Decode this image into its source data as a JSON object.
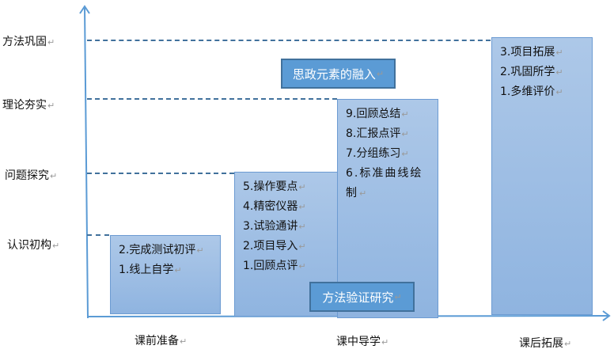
{
  "y_levels": [
    "方法巩固",
    "理论夯实",
    "问题探究",
    "认识初构"
  ],
  "x_stages": [
    "课前准备",
    "课中导学",
    "课后拓展"
  ],
  "boxes": {
    "pre": [
      "2.完成测试初评",
      "1.线上自学"
    ],
    "mid1": [
      "5.操作要点",
      "4.精密仪器",
      "3.试验通讲",
      "2.项目导入",
      "1.回顾点评"
    ],
    "mid2": [
      "9.回顾总结",
      "8.汇报点评",
      "7.分组练习",
      "6.标准曲线绘制"
    ],
    "post": [
      "3.项目拓展",
      "2.巩固所学",
      "1.多维评价"
    ]
  },
  "tags": {
    "sizheng": "思政元素的融入",
    "method": "方法验证研究"
  }
}
